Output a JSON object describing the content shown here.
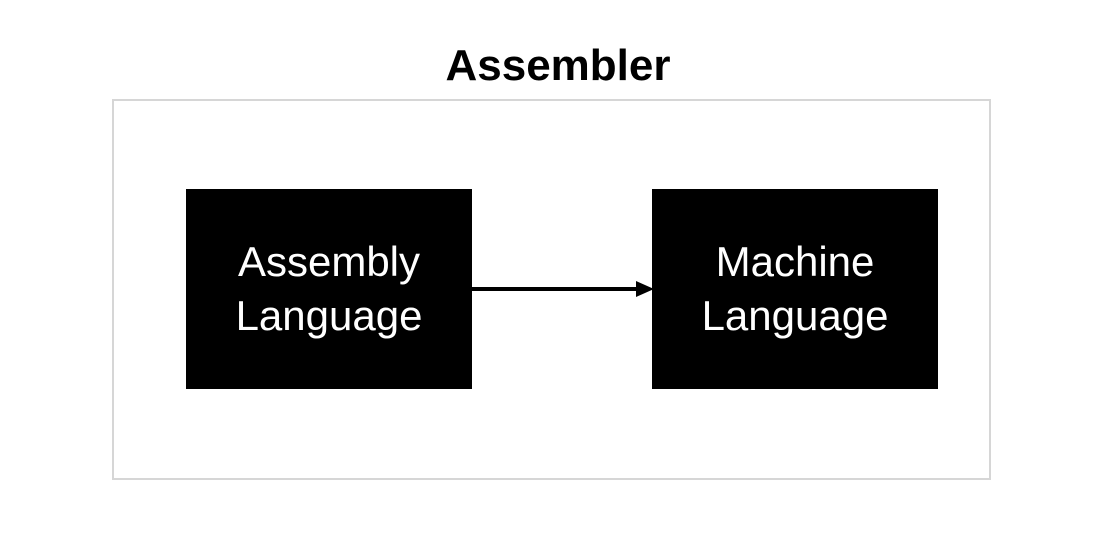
{
  "diagram": {
    "title": "Assembler",
    "nodes": [
      {
        "id": "assembly",
        "label_line1": "Assembly",
        "label_line2": "Language"
      },
      {
        "id": "machine",
        "label_line1": "Machine",
        "label_line2": "Language"
      }
    ],
    "edges": [
      {
        "from": "assembly",
        "to": "machine"
      }
    ],
    "colors": {
      "node_fill": "#000000",
      "node_text": "#ffffff",
      "frame_border": "#d6d6d6",
      "arrow": "#000000"
    }
  }
}
